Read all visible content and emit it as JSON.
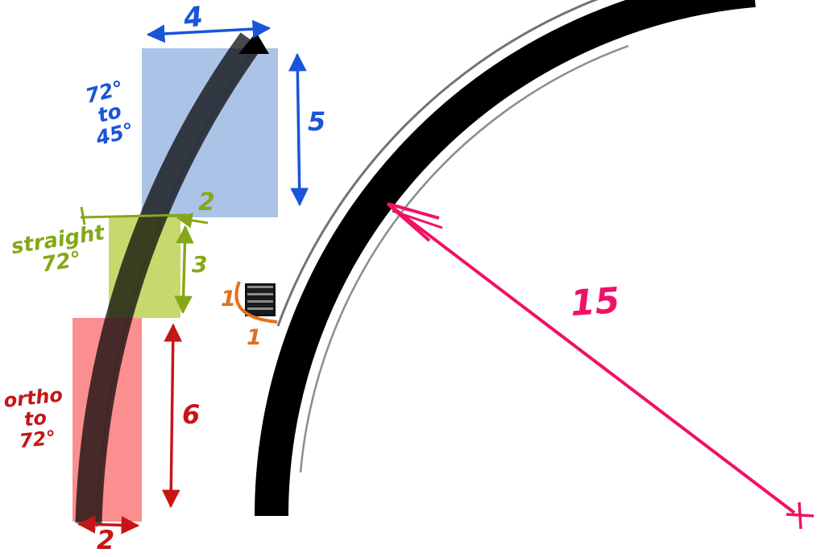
{
  "colors": {
    "blue": "#1a55d9",
    "green": "#85a818",
    "red": "#c51617",
    "pink": "#f01167",
    "orange": "#e2711d",
    "blue_rect": "#abc3e6",
    "green_rect": "#c9d86d",
    "red_rect": "#fb8e8e",
    "arc": "#000000",
    "band": "#3b3b3b"
  },
  "dims": {
    "blue_width": "4",
    "blue_height": "5",
    "green_width": "2",
    "green_height": "3",
    "red_height": "6",
    "red_width": "2",
    "radius": "15",
    "tile_left": "1",
    "tile_bottom": "1"
  },
  "notes": {
    "blue": [
      "72°",
      "to",
      "45°"
    ],
    "green": [
      "straight",
      "72°"
    ],
    "red": [
      "ortho",
      "to",
      "72°"
    ]
  }
}
